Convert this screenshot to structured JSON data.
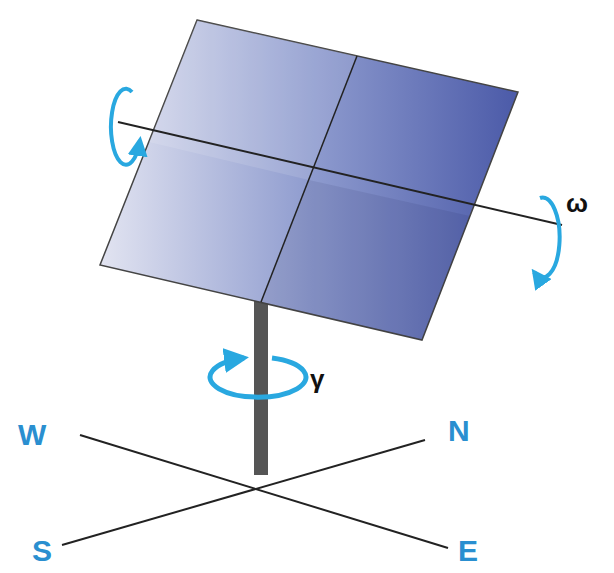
{
  "diagram": {
    "labels": [
      "ω",
      "γ",
      "W",
      "N",
      "S",
      "E"
    ]
  }
}
